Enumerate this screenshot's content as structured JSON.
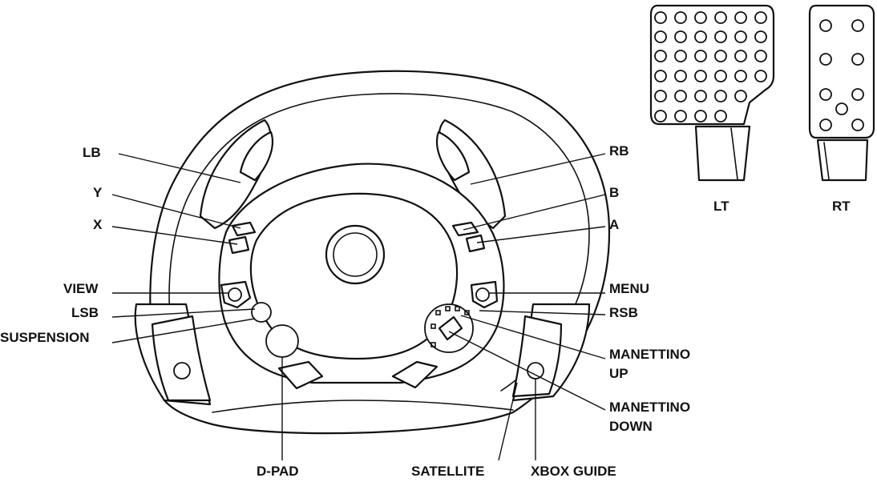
{
  "labels": {
    "lb": "LB",
    "y": "Y",
    "x": "X",
    "view": "VIEW",
    "lsb": "LSB",
    "suspension": "SUSPENSION",
    "rb": "RB",
    "b": "B",
    "a": "A",
    "menu": "MENU",
    "rsb": "RSB",
    "manettino_up_1": "MANETTINO",
    "manettino_up_2": "UP",
    "manettino_down_1": "MANETTINO",
    "manettino_down_2": "DOWN",
    "dpad": "D-PAD",
    "satellite": "SATELLITE",
    "xbox_guide": "XBOX GUIDE",
    "lt": "LT",
    "rt": "RT"
  }
}
